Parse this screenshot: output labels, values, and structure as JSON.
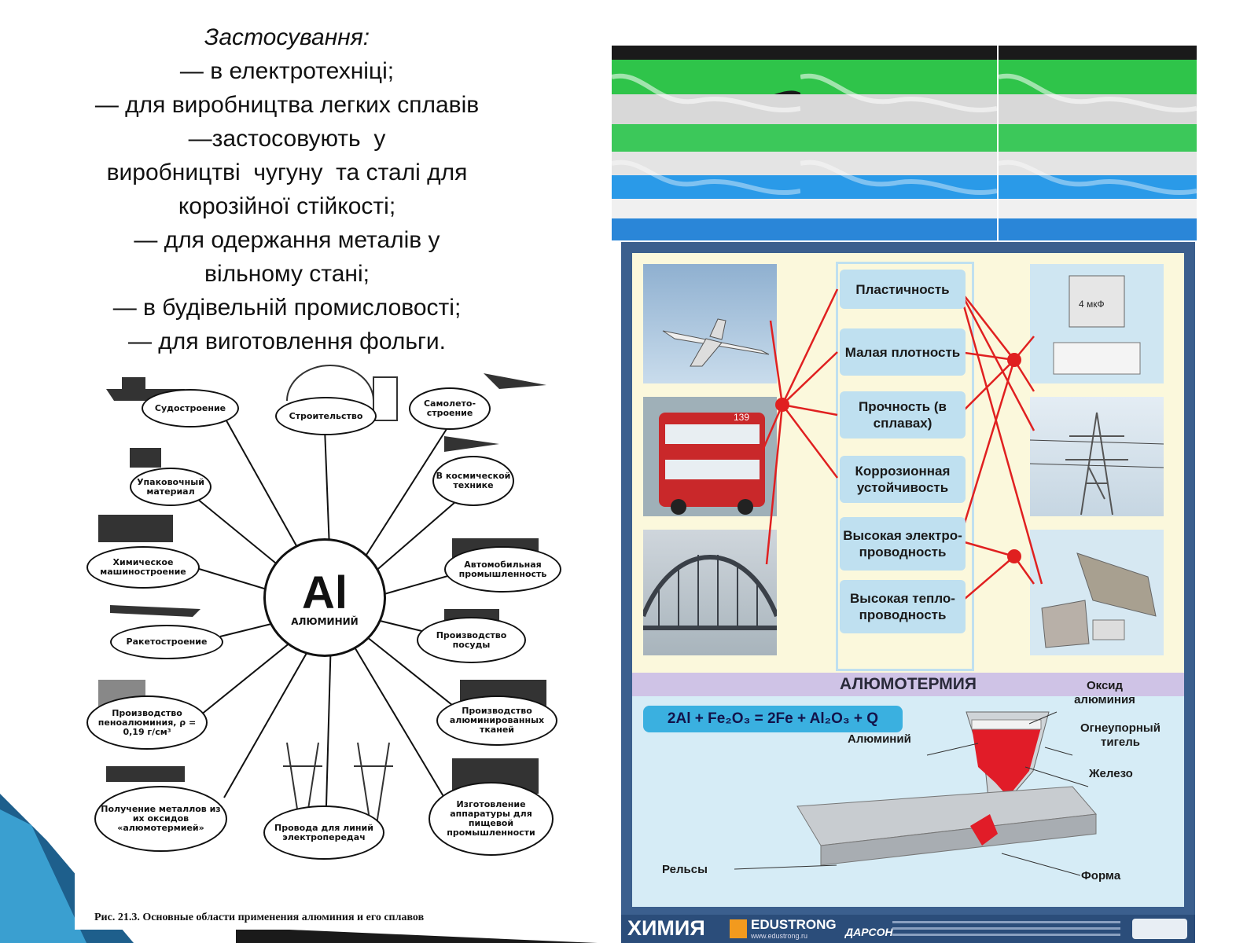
{
  "text": {
    "title": "Застосування:",
    "lines": [
      "— в електротехніці;",
      "— для виробництва легких сплавів",
      "—застосовують  у",
      "виробництві  чугуну  та сталі для",
      "корозійної стійкості;",
      "— для одержання металів у",
      "вільному стані;",
      "— в будівельній промисловості;",
      "— для виготовлення фольги."
    ]
  },
  "diagram": {
    "center_symbol": "Al",
    "center_name": "АЛЮМИНИЙ",
    "applications": [
      "Судостроение",
      "Строительство",
      "Самолето-строение",
      "В космической технике",
      "Упаковочный материал",
      "Химическое машиностроение",
      "Автомобильная промышленность",
      "Ракетостроение",
      "Производство посуды",
      "Производство пеноалюминия, ρ = 0,19 г/см³",
      "Производство алюминированных тканей",
      "Получение металлов из их оксидов «алюмотермией»",
      "Провода для линий электропередач",
      "Изготовление аппаратуры для пищевой промышленности"
    ],
    "caption": "Рис. 21.3. Основные области применения алюминия и его сплавов"
  },
  "poster": {
    "properties": [
      "Пластичность",
      "Малая плотность",
      "Прочность (в сплавах)",
      "Коррозионная устойчивость",
      "Высокая электро-проводность",
      "Высокая тепло-проводность"
    ],
    "capacitor_label": "4 мкФ",
    "bus_label": "139",
    "section_title": "АЛЮМОТЕРМИЯ",
    "equation": "2Al + Fe₂O₃ = 2Fe + Al₂O₃ + Q",
    "labels": {
      "oxide": "Оксид алюминия",
      "crucible": "Огнеупорный тигель",
      "aluminum": "Алюминий",
      "iron": "Железо",
      "rails": "Рельсы",
      "form": "Форма"
    },
    "footer_brand": "ХИМИЯ",
    "footer_publisher": "EDUSTRONG",
    "footer_site": "www.edustrong.ru",
    "footer_logo": "ДАРСОН"
  },
  "colors": {
    "arrow_red": "#e02020",
    "poster_frame": "#3b5f8e",
    "poster_bg": "#fbf8dc",
    "property_box": "#bfe0f0",
    "sheet_green": "#2fc44a",
    "sheet_blue": "#2a8fe0"
  }
}
